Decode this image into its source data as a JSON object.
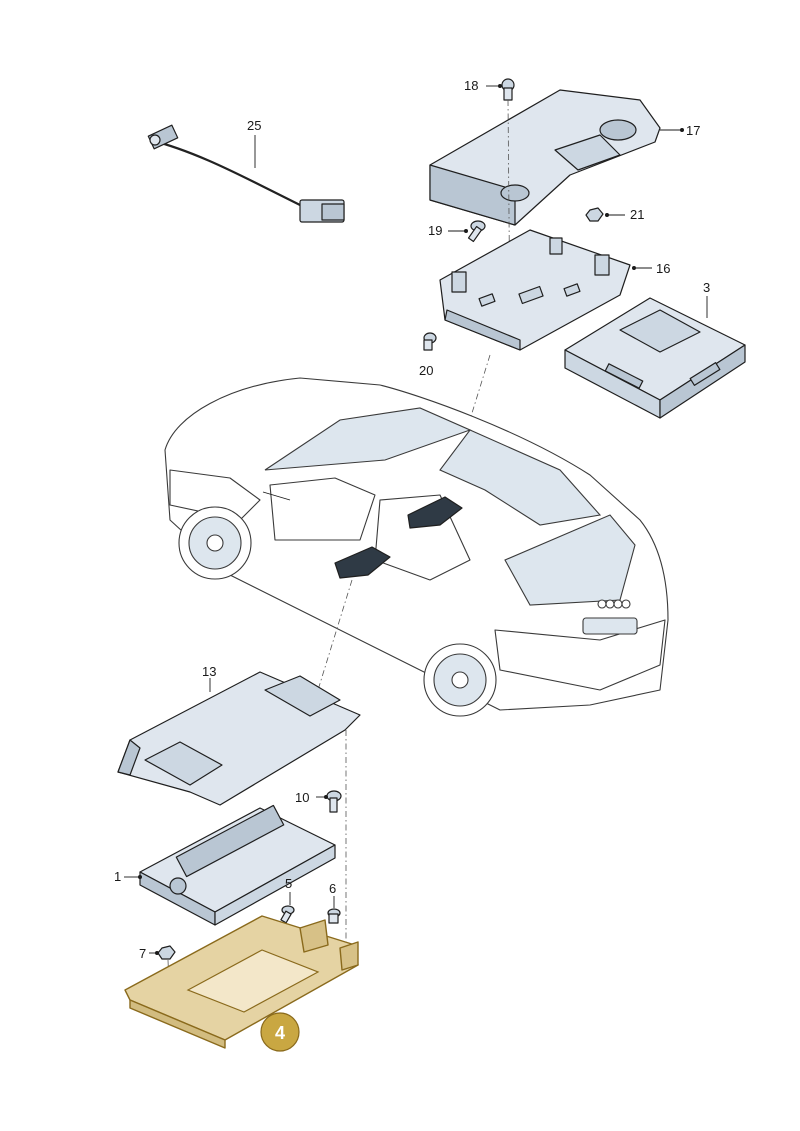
{
  "labels": {
    "l1": "1",
    "l3": "3",
    "l5": "5",
    "l6": "6",
    "l7": "7",
    "l10": "10",
    "l13": "13",
    "l16": "16",
    "l17": "17",
    "l18": "18",
    "l19": "19",
    "l20": "20",
    "l21": "21",
    "l25": "25"
  },
  "callout": {
    "label": "4",
    "color": "#c9a742"
  },
  "colors": {
    "highlight_part": "#e5d3a3",
    "part_fill": "#dfe6ee"
  }
}
